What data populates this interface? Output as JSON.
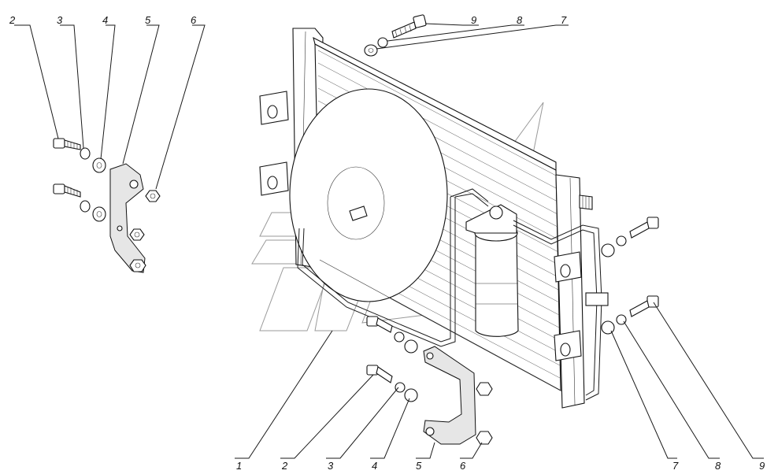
{
  "drawing": {
    "description_visible": "",
    "colors": {
      "line": "#111111",
      "background": "#ffffff",
      "watermark": "#9a9a9a"
    }
  },
  "callouts_left": [
    {
      "label": "2"
    },
    {
      "label": "3"
    },
    {
      "label": "4"
    },
    {
      "label": "5"
    },
    {
      "label": "6"
    }
  ],
  "callouts_top": [
    {
      "label": "9"
    },
    {
      "label": "8"
    },
    {
      "label": "7"
    }
  ],
  "callouts_bottom": [
    {
      "label": "1"
    },
    {
      "label": "2"
    },
    {
      "label": "3"
    },
    {
      "label": "4"
    },
    {
      "label": "5"
    },
    {
      "label": "6"
    },
    {
      "label": "7"
    },
    {
      "label": "8"
    },
    {
      "label": "9"
    }
  ]
}
